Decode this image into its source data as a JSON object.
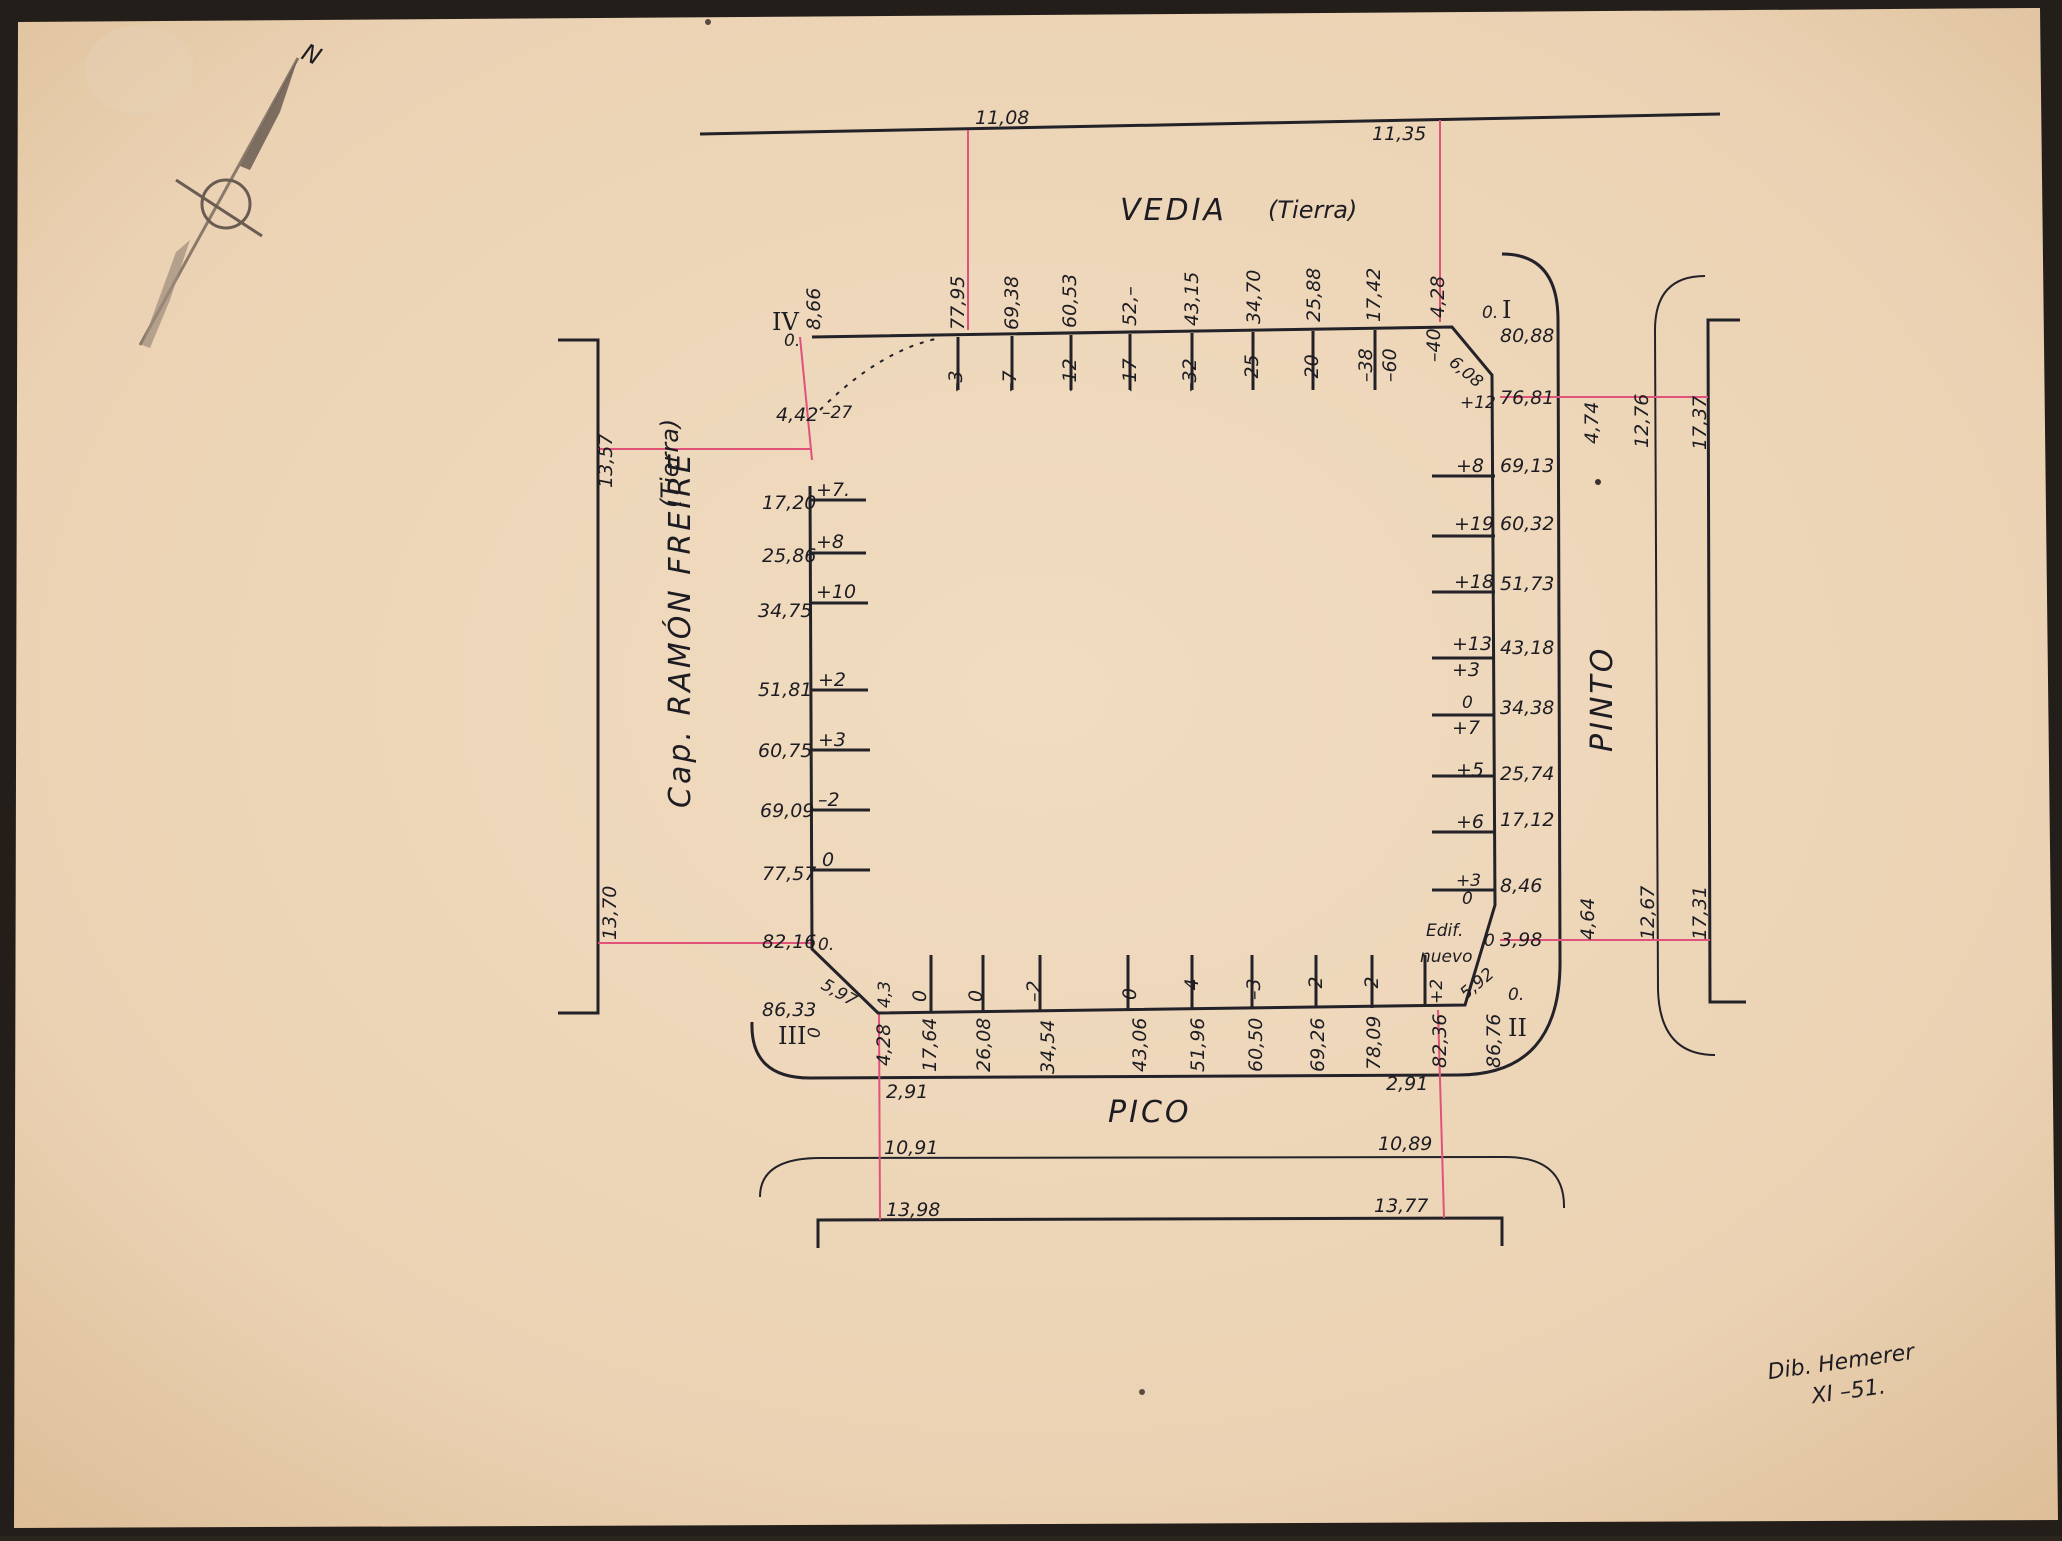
{
  "streets": {
    "north": "VEDIA",
    "north_note": "(Tierra)",
    "south": "PICO",
    "east": "PINTO",
    "west": "Cap. RAMÓN FREIRE",
    "west_note": "(Tierra)"
  },
  "compass_label": "N",
  "corners": {
    "I": "I",
    "II": "II",
    "III": "III",
    "IV": "IV"
  },
  "north_offsets": {
    "left": "11,08",
    "right": "11,35"
  },
  "south_offsets": {
    "curb_left": "2,91",
    "curb_right": "2,91",
    "mid_left": "10,91",
    "mid_right": "10,89",
    "far_left": "13,98",
    "far_right": "13,77"
  },
  "west_offsets": {
    "upper": "13,57",
    "lower": "13,70"
  },
  "east_offsets": {
    "upper": [
      "4,74",
      "12,76",
      "17,37"
    ],
    "lower": [
      "4,64",
      "12,67",
      "17,31"
    ]
  },
  "north_side": {
    "chainage": [
      "8,66",
      "77,95",
      "69,38",
      "60,53",
      "52,–",
      "43,15",
      "34,70",
      "25,88",
      "17,42",
      "4,28"
    ],
    "levels": [
      "–3",
      "–7",
      "–12",
      "–17",
      "–32",
      "–25",
      "–20",
      "–38",
      "–60",
      "–40"
    ],
    "corner_IV_level": "0.",
    "corner_I_chamfer": "6,08",
    "corner_I_level": "0."
  },
  "west_side": {
    "chainage": [
      "4,42",
      "17,20",
      "25,86",
      "34,75",
      "51,81",
      "60,75",
      "69,09",
      "77,57",
      "82,16",
      "86,33"
    ],
    "levels": [
      "–27",
      "+7.",
      "+8",
      "+10",
      "+2",
      "+3",
      "–2",
      "0",
      "0."
    ],
    "chamfer_III": "5,97",
    "corner_III_level": "0"
  },
  "east_side": {
    "chainage": [
      "80,88",
      "76,81",
      "69,13",
      "60,32",
      "51,73",
      "43,18",
      "34,38",
      "25,74",
      "17,12",
      "8,46",
      "3,98"
    ],
    "levels": [
      "+12",
      "+8",
      "+19",
      "+18",
      "+13",
      "+3",
      "0",
      "+7",
      "+5",
      "+6",
      "+3",
      "0",
      "0"
    ],
    "chamfer_II": "5,92",
    "building_note": [
      "Edif.",
      "nuevo"
    ]
  },
  "south_side": {
    "chainage": [
      "4,28",
      "17,64",
      "26,08",
      "34,54",
      "43,06",
      "51,96",
      "60,50",
      "69,26",
      "78,09",
      "82,36",
      "86,76"
    ],
    "levels": [
      "4,3",
      "0",
      "0",
      "–2",
      "0",
      "–4",
      "–3",
      "–2",
      "–2",
      "+2",
      "0."
    ]
  },
  "signature": {
    "line1": "Dib. Hemerer",
    "line2": "XI –51."
  }
}
